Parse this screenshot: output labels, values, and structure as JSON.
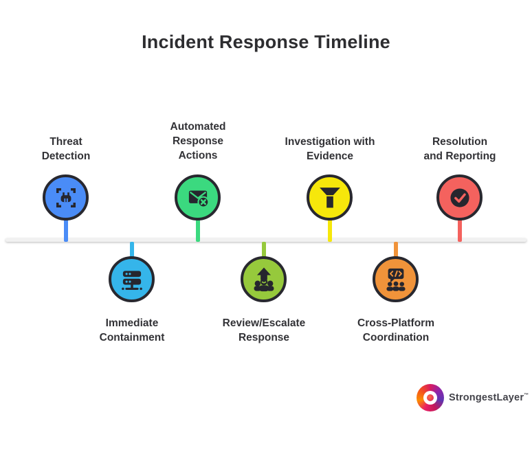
{
  "title": "Incident Response Timeline",
  "timeline": {
    "line_color": "#f1f1f1"
  },
  "steps": [
    {
      "name": "threat-detection",
      "side": "top",
      "color": "#4a8cf7",
      "icon": "bug-scan-icon",
      "lines": {
        "l1": "Threat",
        "l2": "Detection",
        "l3": ""
      }
    },
    {
      "name": "automated-response-actions",
      "side": "top",
      "color": "#3bd97f",
      "icon": "mail-blocked-icon",
      "lines": {
        "l1": "Automated",
        "l2": "Response",
        "l3": "Actions"
      }
    },
    {
      "name": "investigation-with-evidence",
      "side": "top",
      "color": "#f6e70b",
      "icon": "funnel-icon",
      "lines": {
        "l1": "Investigation with",
        "l2": "Evidence",
        "l3": ""
      }
    },
    {
      "name": "resolution-and-reporting",
      "side": "top",
      "color": "#f4625e",
      "icon": "check-icon",
      "lines": {
        "l1": "Resolution",
        "l2": "and Reporting",
        "l3": ""
      }
    },
    {
      "name": "immediate-containment",
      "side": "bottom",
      "color": "#35b5ea",
      "icon": "server-icon",
      "lines": {
        "l1": "Immediate",
        "l2": "Containment",
        "l3": ""
      }
    },
    {
      "name": "review-escalate-response",
      "side": "bottom",
      "color": "#96c93c",
      "icon": "escalation-icon",
      "lines": {
        "l1": "Review/Escalate",
        "l2": "Response",
        "l3": ""
      }
    },
    {
      "name": "cross-platform-coordination",
      "side": "bottom",
      "color": "#f0933a",
      "icon": "code-chat-icon",
      "lines": {
        "l1": "Cross-Platform",
        "l2": "Coordination",
        "l3": ""
      }
    }
  ],
  "logo": {
    "brand": "StrongestLayer",
    "trademark": "™"
  }
}
